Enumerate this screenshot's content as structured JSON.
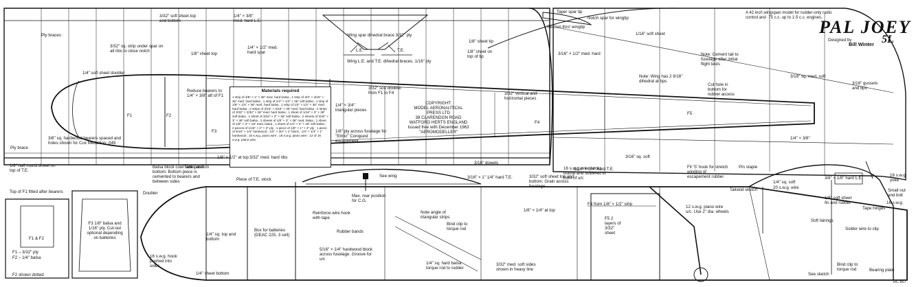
{
  "plan": {
    "title": "PAL JOEY",
    "designer_prefix": "Designed by",
    "designer": "Bill Winter",
    "initials": "5L",
    "description": "A 42 inch wingspan model for rudder-only radio control and ·75 c.c. up to 1·5 c.c. engines.",
    "plan_code": "RC 857"
  },
  "copyright": {
    "lines": [
      "COPYRIGHT:",
      "MODEL AERONAUTICAL",
      "PRESS LTD",
      "38 CLARENDON ROAD",
      "WATFORD    HERTS    ENGLAND",
      "Issued free with December 1963",
      "\"AEROMODELLER\""
    ]
  },
  "materials": {
    "title": "Materials required",
    "body": "1 strip of 3/8\" × 1\" × 36\" med. hard balsa ; 1 strip of 3/4\" × 3/16\" × 36\" med. hard balsa ; 1 strip of 1/4\" × 1/4\" × 36\" soft balsa ; 1 strip of 1/8\" × 1/4\" × 36\" med. hard balsa ; 1 strip of 1/4\" × 1/2\" × 36\" med. hard balsa ; 2 strips of 3/16\" × 3/16\" × 36\" med. hard balsa ; 2 strips of 3/32\" × 3/32\" × 36\" med. hard balsa ; 1 sheet of 1/16\" × 3\" × 36\" soft balsa ; 1 sheet of 3/32\" × 3\" × 36\" soft balsa ; 2 sheets of 3/32\" × 3\" × 36\" soft balsa ; 2 sheets of 1/8\" × 3\" × 36\" med. balsa ; 1 sheet of 1/8\" × 3\" × 18\" med. balsa ; 1 sheet of 1/4\" × 2\" × 18\" soft balsa ; 2 pieces of 1/16\" × 2\" × 3\" ply ; 1 piece of 1/8\" × 1\" × 3\" ply ; 1 piece of 5/16\" × 1/4\" hardwood ; 1/4\" × 3/4\" × 1\" block ; 1/4\" × 1/4\" × 1\" hardwood ; 16 s.w.g. piano wire ; 18 s.w.g. piano wire ; 12 of 16 s.w.g. piano wire."
  },
  "labels": {
    "pylon_braces": "Ply braces",
    "ply_brace": "Ply brace",
    "strip_under_spar": "3/32\" sq. strip under spar on all ribs to close notch",
    "soft_sheet_top_bottom": "3/32\" soft sheet top and bottom",
    "med_hard_le": "1/4\" × 3/8\" med. hard L.E.",
    "dihedral_brace": "Wing spar dihedral brace 3/32\" ply",
    "le_te_braces": "Wing L.E. and T.E. dihedral braces, 1/16\" ply",
    "le": "L.E.",
    "te": "T.E.",
    "sheet_top": "1/8\" sheet top",
    "hard_spar": "1/4\" × 1/2\" med. hard spar",
    "soft_sheet_doubler": "1/4\" soft sheet doubler",
    "reduce_bearers": "Reduce bearers to 1/4\" × 3/8\" aft of F1",
    "hardwood_bearers": "3/8\" sq. hardwood bearers spaced and holes shown for Cox Medallion ·049",
    "triangular": "1/4\" × 3/4\" triangular pieces",
    "ply_across": "1/8\" ply across fuselage for \"Elmic\" Conquest escapement",
    "soft_doubler": "3/32\" soft doubler from F1 to F4",
    "vertical_pieces": "3/32\" vertical and horizontal pieces",
    "f1": "F1",
    "f2": "F2",
    "f3": "F3",
    "f4": "F4",
    "f5": "F5",
    "half_round": "1/8\" half round dowel on top of T.E.",
    "tank_position": "Tank position",
    "top_1_8": "1/8\" × 1/2\" at top",
    "med_hard_ribs": "3/32\" med. hard ribs",
    "dowels": "3/16\" dowels",
    "te_hard": "3/16\" × 1\" 1/4\" hard T.E.",
    "taper_spar": "Taper spar tip",
    "notch_spar": "Notch spar for wingtip",
    "section_wingtip": "Section thro' wingtip",
    "sheet_tip": "1/8\" sheet tip",
    "sheet_on_top": "1/8\" sheet on top of tip",
    "med_hard": "3/16\" × 1/2\" med. hard",
    "soft_sheet_16": "1/16\" soft sheet",
    "note_cement": "Note: Cement tail to fuselage after initial flight tests",
    "note_wing": "Note: Wing has 2 9/16\" dihedral at tips",
    "med_soft": "3/16\" sq. med. soft",
    "cut_hole": "Cut hole in bottom for rubber access",
    "gussets": "3/16\" gussets and tips",
    "sq_soft": "3/16\" sq. soft",
    "med_te": "3/16\" × 3/4\" hard T.E.",
    "quarter_3_8": "1/4\" × 3/8\"",
    "top_of_f1": "Top of F1 fitted after bearers",
    "f1_f2": "F1 & F2",
    "f1_ply": "F1 – 3/32\" ply",
    "f2_balsa": "F2 – 1/4\" balsa",
    "f2_dotted": "F2 shown dotted",
    "f3_note": "F3 1/8\" balsa and 1/16\" ply. Cut-out optional depending on batteries",
    "doubler": "Doubler",
    "swg_hook": "16 s.w.g. hook pushed into sides",
    "sheet_bottom": "1/4\" sheet bottom",
    "block_cowl": "Balsa block cowl sides and bottom. Bottom piece is cemented to bearers and between sides",
    "te_stock": "Piece of T.E. stock",
    "sq_top_bottom": "1/4\" sq. top and bottom",
    "box_batteries": "Box for batteries (DEAC 225, 3 cell)",
    "hardwood_block": "5/16\" × 1/4\" hardwood block across fuselage. Groove for u/c",
    "see_wing": "See wing",
    "max_rear": "Max. rear position for C.G.",
    "reinforce": "Reinforce wire hook with tape",
    "rubber_bands": "Rubber bands",
    "note_angle": "Note angle of triangular strips",
    "bind_clip": "Bind clip to torque rod",
    "torque_rod": "1/4\" sq. hard balsa torque rod to rudder",
    "med_soft_sides": "3/32\" med. soft sides shown in heavy line",
    "soft_sheet_grain": "3/32\" soft sheet top and bottom. Grain across fuselage",
    "swg_wire_hooks": "16 s.w.g. wire hooks bound and soldered to front of u/c",
    "quarter_top": "1/8\" × 1/4\" at top",
    "f4_strip": "F4 from 1/8\" × 1/2\" strip",
    "f5_layers": "F5 2 layers of 3/32\" sheet",
    "piano_wire": "12 s.w.g. piano wire u/c. Use 2\" dia. wheels",
    "fit_s_hook": "Fit 'S' hook for stretch winding of escapement rubber",
    "pin_staple": "Pin staple",
    "tailskid": "Tailskid sketch",
    "sq_soft_small": "1/4\" sq. soft",
    "swg_wire": "20 s.w.g. wire",
    "hard_le": "3/8\" × 1/8\" hard L.E.",
    "soft_fin": "1/8\" soft sheet fin and rudder",
    "soft_fairings": "Soft fairings",
    "tape_hinges": "Tape hinges",
    "solder_wire": "Solder wire to clip",
    "small_nut": "Small nut and bolt",
    "swg_yoke": "16 s.w.g. yoke",
    "swg_small": "16 s.w.g.",
    "bind_clip_rod": "Bind clip to torque rod",
    "bearing_plate": "Bearing plate",
    "see_sketch": "See sketch"
  }
}
